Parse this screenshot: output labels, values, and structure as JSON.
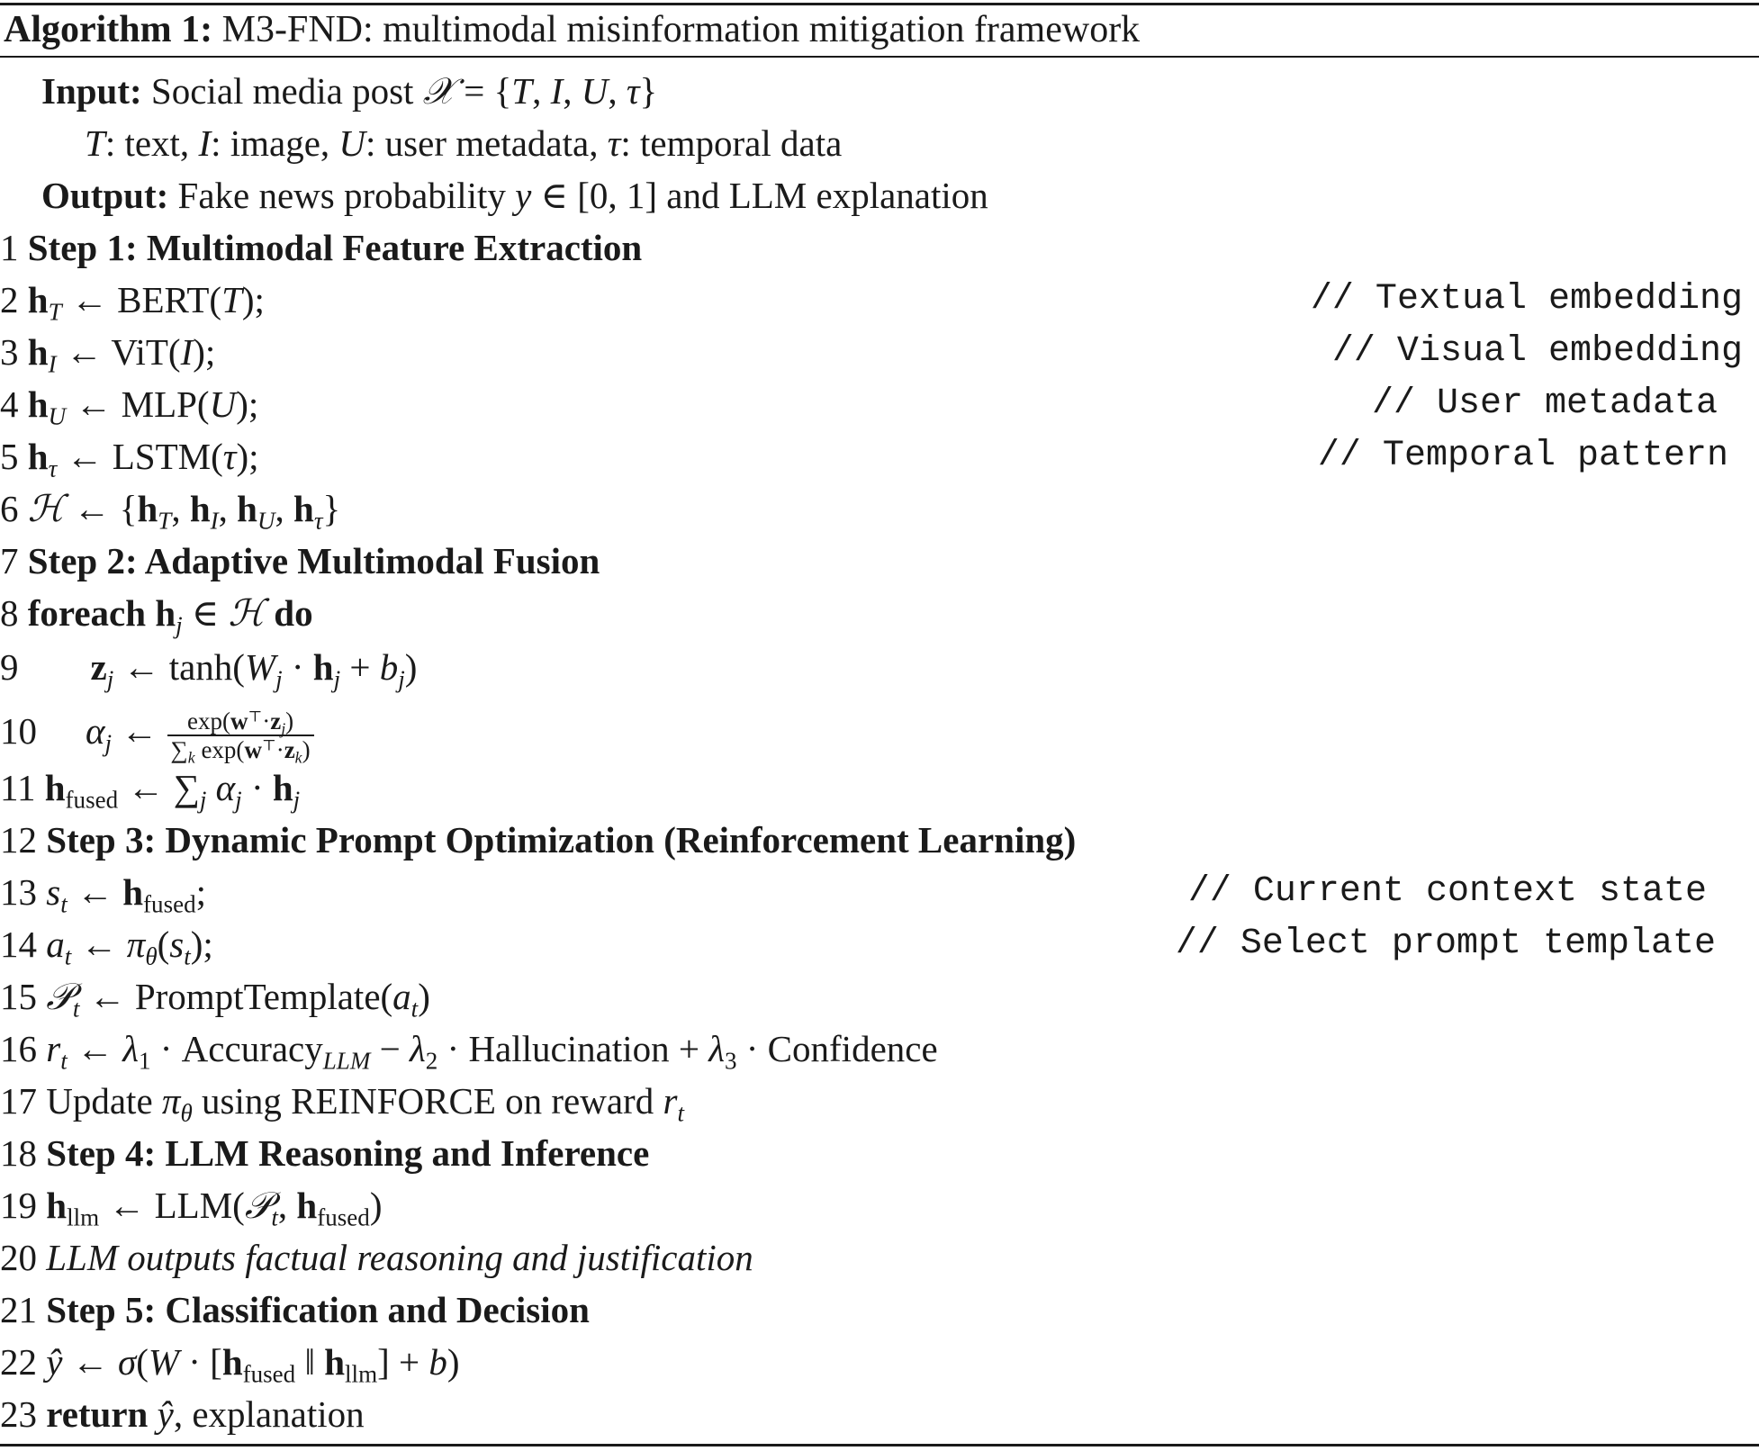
{
  "algorithm": {
    "label": "Algorithm 1:",
    "title": "M3-FND: multimodal misinformation mitigation framework"
  },
  "io": {
    "input_label": "Input:",
    "input_text": "Social media post",
    "input_legend": ": text, : image, : user metadata, : temporal data",
    "output_label": "Output:",
    "output_text_1": "Fake news probability",
    "output_text_2": "and LLM explanation"
  },
  "lines": [
    {
      "n": "1",
      "text": "Step 1: Multimodal Feature Extraction"
    },
    {
      "n": "2",
      "text": "h_T ← BERT(T);",
      "comment": "// Textual embedding"
    },
    {
      "n": "3",
      "text": "h_I ← ViT(I);",
      "comment": "// Visual embedding"
    },
    {
      "n": "4",
      "text": "h_U ← MLP(U);",
      "comment": "// User metadata"
    },
    {
      "n": "5",
      "text": "h_τ ← LSTM(τ);",
      "comment": "// Temporal pattern"
    },
    {
      "n": "6",
      "text": "H ← {h_T, h_I, h_U, h_τ}"
    },
    {
      "n": "7",
      "text": "Step 2: Adaptive Multimodal Fusion"
    },
    {
      "n": "8",
      "text": "foreach h_j ∈ H do"
    },
    {
      "n": "9",
      "text": "z_j ← tanh(W_j · h_j + b_j)"
    },
    {
      "n": "10",
      "text": "α_j ← exp(w⊤·z_j) / ∑_k exp(w⊤·z_k)"
    },
    {
      "n": "11",
      "text": "h_fused ← ∑_j α_j · h_j"
    },
    {
      "n": "12",
      "text": "Step 3: Dynamic Prompt Optimization (Reinforcement Learning)"
    },
    {
      "n": "13",
      "text": "s_t ← h_fused;",
      "comment": "// Current context state"
    },
    {
      "n": "14",
      "text": "a_t ← π_θ(s_t);",
      "comment": "// Select prompt template"
    },
    {
      "n": "15",
      "text": "P_t ← PromptTemplate(a_t)"
    },
    {
      "n": "16",
      "text": "r_t ← λ1 · Accuracy_LLM − λ2 · Hallucination + λ3 · Confidence"
    },
    {
      "n": "17",
      "text": "Update π_θ using REINFORCE on reward r_t"
    },
    {
      "n": "18",
      "text": "Step 4: LLM Reasoning and Inference"
    },
    {
      "n": "19",
      "text": "h_llm ← LLM(P_t, h_fused)"
    },
    {
      "n": "20",
      "text": "LLM outputs factual reasoning and justification"
    },
    {
      "n": "21",
      "text": "Step 5: Classification and Decision"
    },
    {
      "n": "22",
      "text": "ŷ ← σ(W · [h_fused ‖ h_llm] + b)"
    },
    {
      "n": "23",
      "text": "return ŷ, explanation"
    }
  ]
}
